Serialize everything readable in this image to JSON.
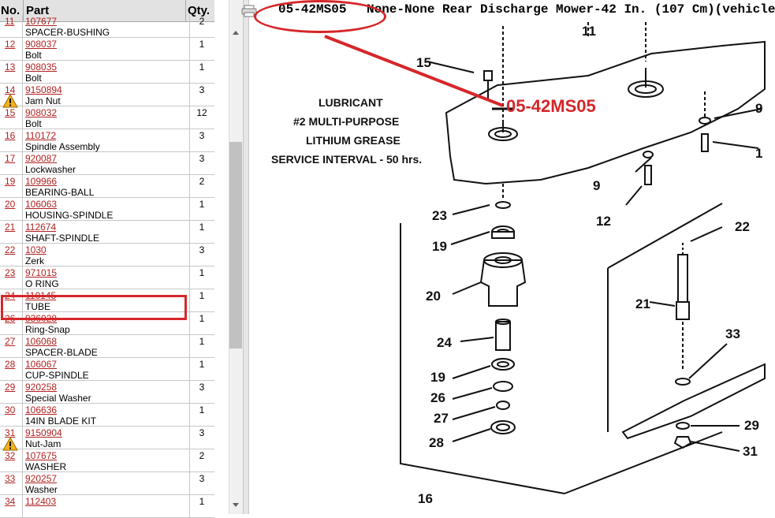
{
  "parts_table": {
    "headers": {
      "no": "No.",
      "part": "Part",
      "qty": "Qty."
    },
    "rows": [
      {
        "no": "11",
        "part_number": "107677",
        "description": "SPACER-BUSHING",
        "qty": "2",
        "warning": false
      },
      {
        "no": "12",
        "part_number": "908037",
        "description": "Bolt",
        "qty": "1",
        "warning": false
      },
      {
        "no": "13",
        "part_number": "908035",
        "description": "Bolt",
        "qty": "1",
        "warning": false
      },
      {
        "no": "14",
        "part_number": "9150894",
        "description": "Jam Nut",
        "qty": "3",
        "warning": true
      },
      {
        "no": "15",
        "part_number": "908032",
        "description": "Bolt",
        "qty": "12",
        "warning": false
      },
      {
        "no": "16",
        "part_number": "110172",
        "description": "Spindle Assembly",
        "qty": "3",
        "warning": false
      },
      {
        "no": "17",
        "part_number": "920087",
        "description": "Lockwasher",
        "qty": "3",
        "warning": false
      },
      {
        "no": "19",
        "part_number": "109966",
        "description": "BEARING-BALL",
        "qty": "2",
        "warning": false
      },
      {
        "no": "20",
        "part_number": "106063",
        "description": "HOUSING-SPINDLE",
        "qty": "1",
        "warning": false
      },
      {
        "no": "21",
        "part_number": "112674",
        "description": "SHAFT-SPINDLE",
        "qty": "1",
        "warning": false
      },
      {
        "no": "22",
        "part_number": "1030",
        "description": "Zerk",
        "qty": "3",
        "warning": false
      },
      {
        "no": "23",
        "part_number": "971015",
        "description": "O RING",
        "qty": "1",
        "warning": false
      },
      {
        "no": "24",
        "part_number": "110145",
        "description": "TUBE",
        "qty": "1",
        "warning": false
      },
      {
        "no": "26",
        "part_number": "936028",
        "description": "Ring-Snap",
        "qty": "1",
        "warning": false
      },
      {
        "no": "27",
        "part_number": "106068",
        "description": "SPACER-BLADE",
        "qty": "1",
        "warning": false
      },
      {
        "no": "28",
        "part_number": "106067",
        "description": "CUP-SPINDLE",
        "qty": "1",
        "warning": false
      },
      {
        "no": "29",
        "part_number": "920258",
        "description": "Special Washer",
        "qty": "3",
        "warning": false
      },
      {
        "no": "30",
        "part_number": "106636",
        "description": "14IN BLADE KIT",
        "qty": "1",
        "warning": false
      },
      {
        "no": "31",
        "part_number": "9150904",
        "description": "Nut-Jam",
        "qty": "3",
        "warning": true
      },
      {
        "no": "32",
        "part_number": "107675",
        "description": "WASHER",
        "qty": "2",
        "warning": false
      },
      {
        "no": "33",
        "part_number": "920257",
        "description": "Washer",
        "qty": "3",
        "warning": false
      },
      {
        "no": "34",
        "part_number": "112403",
        "description": "",
        "qty": "1",
        "warning": false
      }
    ]
  },
  "diagram": {
    "doc_code": "05-42MS05",
    "doc_title": "None-None Rear Discharge Mower-42 In. (107 Cm)(vehicle",
    "annotation_label": "05-42MS05",
    "lubricant_note": [
      "LUBRICANT",
      "#2 MULTI-PURPOSE",
      "LITHIUM GREASE",
      "SERVICE INTERVAL - 50 hrs."
    ],
    "callouts": [
      "11",
      "15",
      "9",
      "1",
      "9",
      "12",
      "22",
      "23",
      "19",
      "20",
      "21",
      "24",
      "33",
      "19",
      "26",
      "27",
      "28",
      "29",
      "31",
      "16"
    ]
  },
  "colors": {
    "link": "#b22222",
    "highlight": "#d6262a",
    "header_bg": "#e2e2e2"
  }
}
